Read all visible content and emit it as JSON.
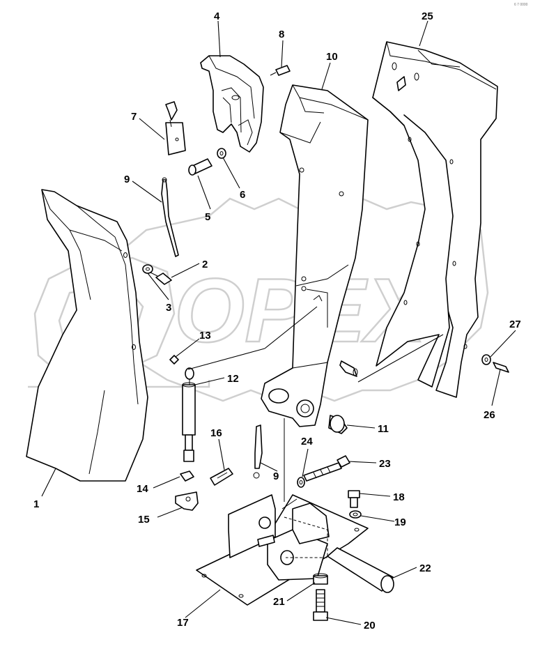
{
  "corner_code": "6 7 0000",
  "watermark": "OPEX",
  "callouts": [
    "1",
    "2",
    "3",
    "4",
    "5",
    "6",
    "7",
    "8",
    "9",
    "9",
    "10",
    "11",
    "12",
    "13",
    "14",
    "15",
    "16",
    "17",
    "18",
    "19",
    "20",
    "21",
    "22",
    "23",
    "24",
    "25",
    "26",
    "27"
  ]
}
